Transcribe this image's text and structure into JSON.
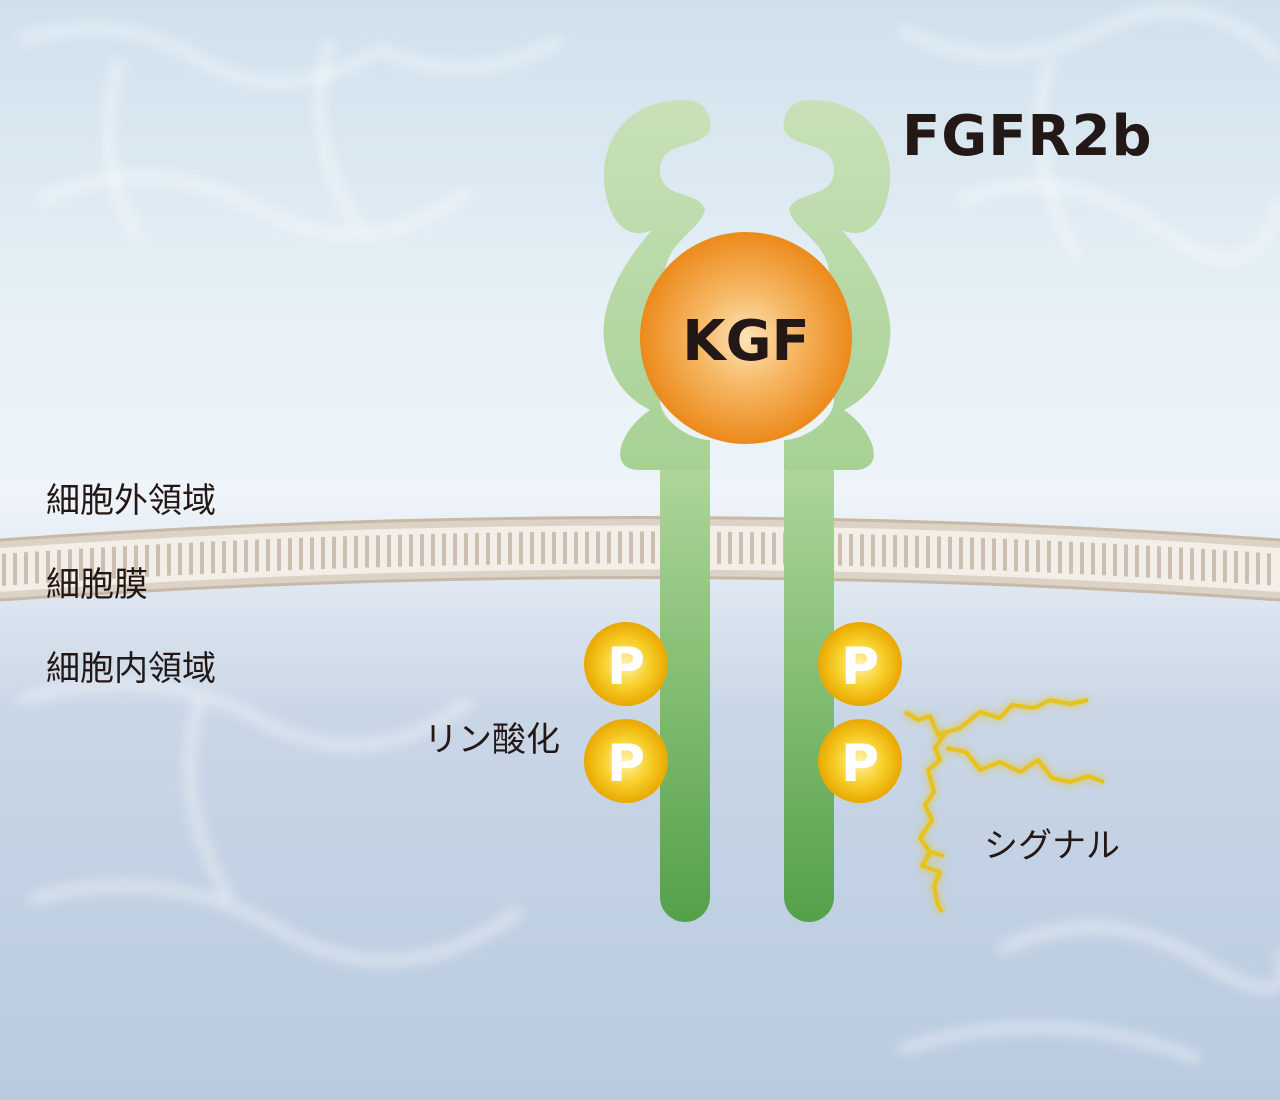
{
  "diagram": {
    "receptor_name": "FGFR2b",
    "ligand_label": "KGF",
    "regions": {
      "extracellular": "細胞外領域",
      "membrane": "細胞膜",
      "intracellular": "細胞内領域"
    },
    "phosphorylation_label": "リン酸化",
    "phosphate_symbol": "P",
    "signal_label": "シグナル"
  },
  "colors": {
    "receptor_light": "#c5ddb5",
    "receptor_mid": "#9ccb8a",
    "receptor_dark": "#5a9e4d",
    "ligand_outer": "#ec8a1c",
    "ligand_inner": "#fbd9a6",
    "phosphate": "#f0b400",
    "signal": "#e7c21c",
    "membrane": "#d8ccbf",
    "text": "#231815"
  }
}
